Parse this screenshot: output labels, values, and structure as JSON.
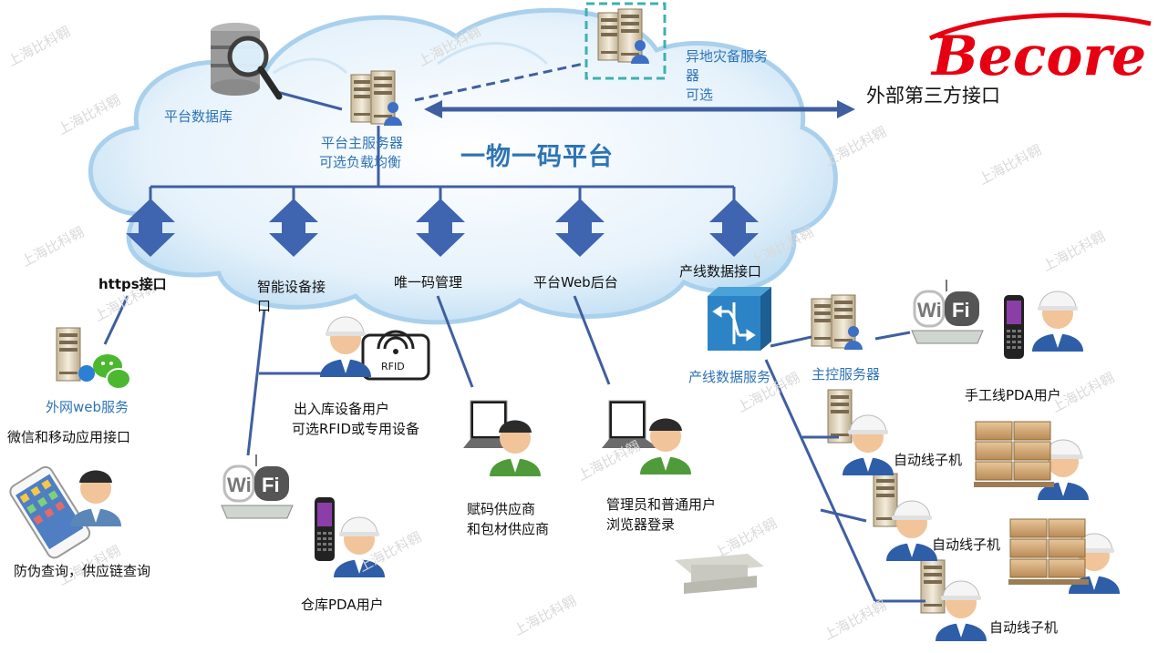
{
  "brand": {
    "logo_text": "Becore",
    "color": "#e60012"
  },
  "platform": {
    "title": "一物一码平台"
  },
  "top": {
    "database": "平台数据库",
    "main_server_line1": "平台主服务器",
    "main_server_line2": "可选负载均衡",
    "backup_server_line1": "异地灾备服务",
    "backup_server_line2": "器",
    "backup_server_line3": "可选",
    "external_api": "外部第三方接口"
  },
  "interfaces": {
    "https": "https接口",
    "smart_device_line1": "智能设备接",
    "smart_device_line2": "口",
    "unique_code": "唯一码管理",
    "web_backend": "平台Web后台",
    "production_line": "产线数据接口"
  },
  "left": {
    "extranet_web": "外网web服务",
    "wechat_mobile": "微信和移动应用接口",
    "anti_fake": "防伪查询，供应链查询"
  },
  "middle": {
    "inout_line1": "出入库设备用户",
    "inout_line2": "可选RFID或专用设备",
    "rfid_tag": "RFID",
    "warehouse_pda": "仓库PDA用户",
    "supplier_line1": "赋码供应商",
    "supplier_line2": "和包材供应商",
    "admin_line1": "管理员和普通用户",
    "admin_line2": "浏览器登录"
  },
  "right": {
    "prod_service": "产线数据服务",
    "master_server": "主控服务器",
    "manual_pda": "手工线PDA用户",
    "auto_1": "自动线子机",
    "auto_2": "自动线子机",
    "auto_3": "自动线子机",
    "wifi_text": "WiFi"
  },
  "watermark": "上海比科翱",
  "colors": {
    "accent": "#2e74b5",
    "arrow": "#3f64b0",
    "cloud": "#d8ebf7",
    "cloud_edge": "#a9d0ec",
    "line": "#3f5fa0"
  }
}
